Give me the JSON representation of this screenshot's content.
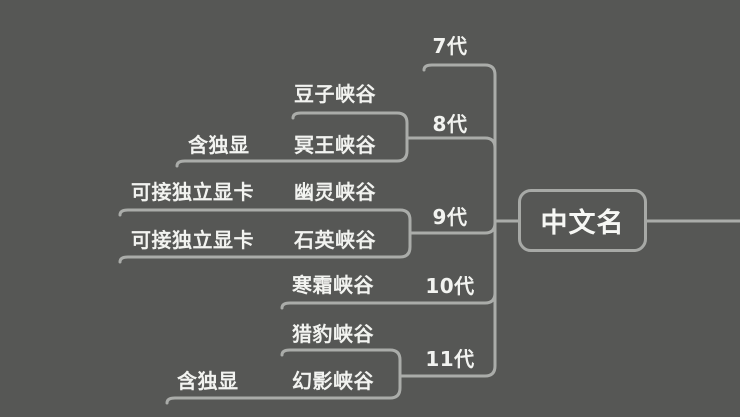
{
  "meta": {
    "type": "mindmap",
    "background_color": "#565755",
    "line_color": "#aaaca9",
    "text_color": "#f2f3f0",
    "node_border_color": "#a7a9a6"
  },
  "root": {
    "label": "中文名"
  },
  "branches": [
    {
      "gen": "7代",
      "children": []
    },
    {
      "gen": "8代",
      "children": [
        {
          "name": "豆子峡谷",
          "note": ""
        },
        {
          "name": "冥王峡谷",
          "note": "含独显"
        }
      ]
    },
    {
      "gen": "9代",
      "children": [
        {
          "name": "幽灵峡谷",
          "note": "可接独立显卡"
        },
        {
          "name": "石英峡谷",
          "note": "可接独立显卡"
        }
      ]
    },
    {
      "gen": "10代",
      "children": [
        {
          "name": "寒霜峡谷",
          "note": ""
        }
      ]
    },
    {
      "gen": "11代",
      "children": [
        {
          "name": "猎豹峡谷",
          "note": ""
        },
        {
          "name": "幻影峡谷",
          "note": "含独显"
        }
      ]
    }
  ]
}
